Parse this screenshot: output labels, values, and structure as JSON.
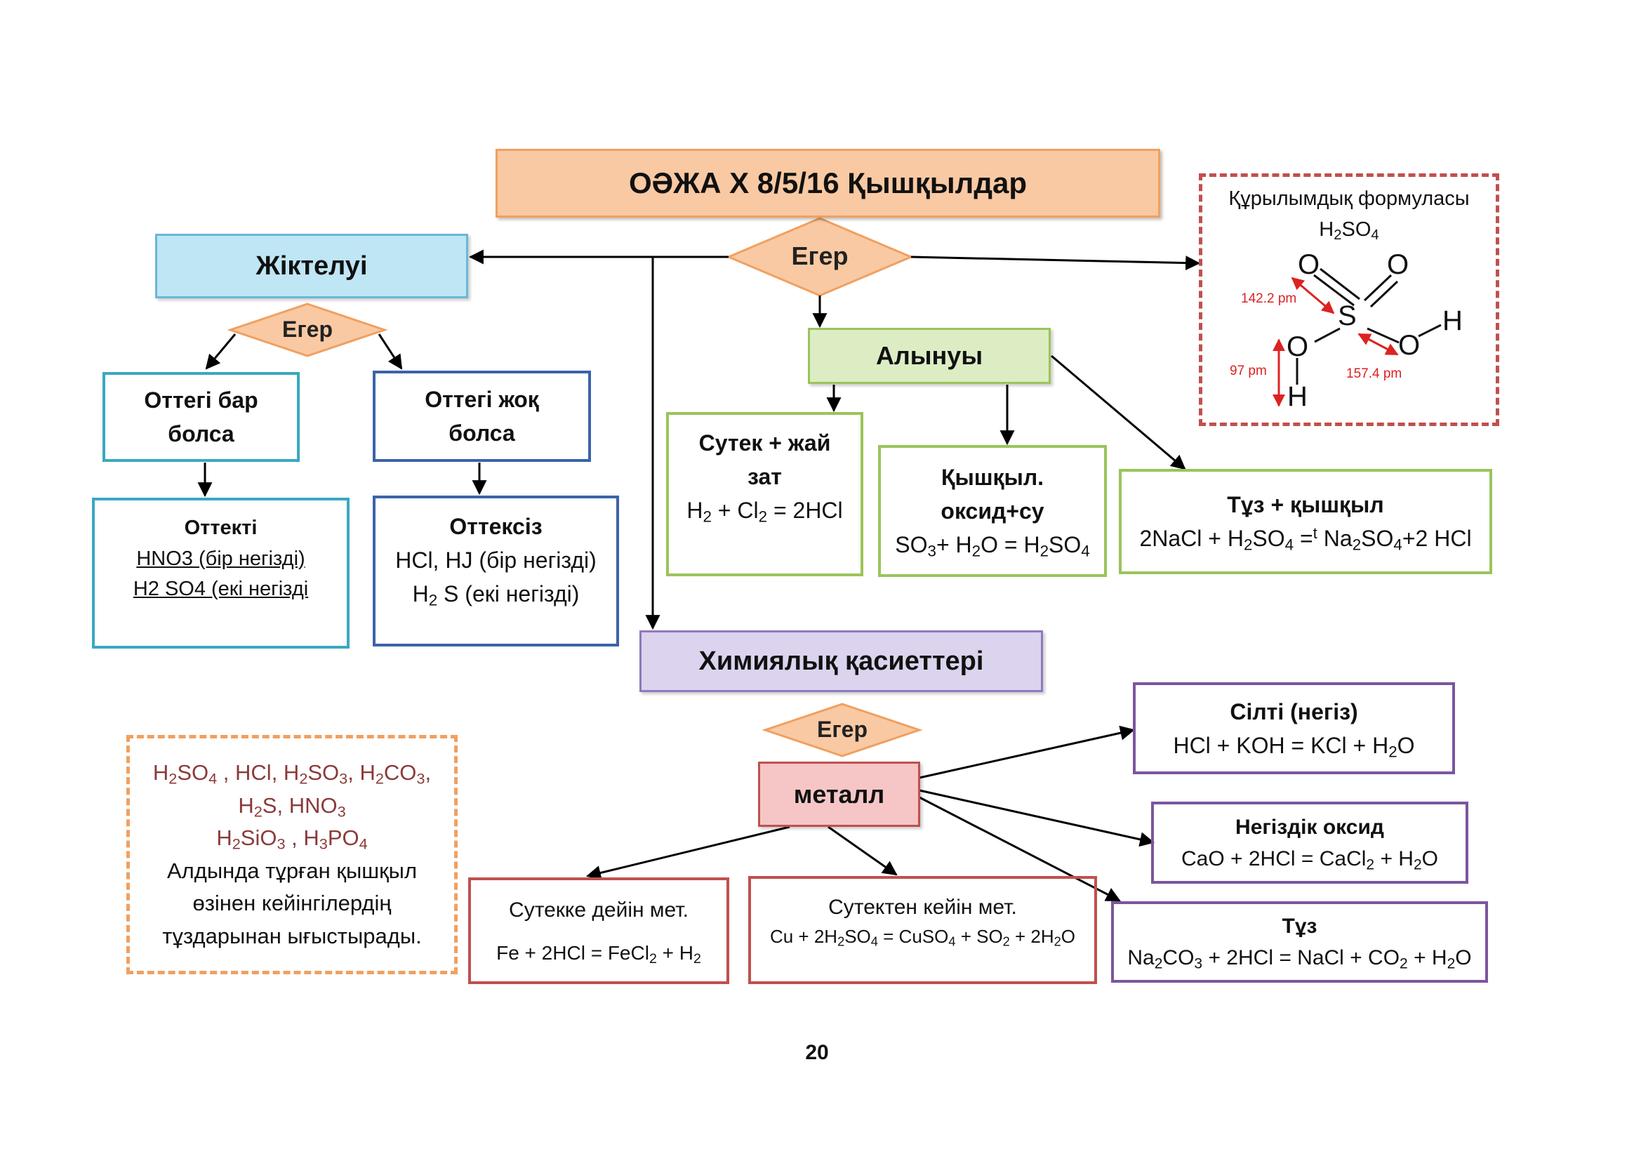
{
  "title": {
    "pre": "ОӘЖА  Х 8/5/16  Қышқылдар"
  },
  "decision_label": "Егер",
  "classification": {
    "label": "Жіктелуі",
    "oxygen_yes": {
      "l1": "Оттегі бар",
      "l2": "болса"
    },
    "oxygen_no": {
      "l1": "Оттегі жоқ",
      "l2": "болса"
    },
    "oxy_acids": {
      "title": "Оттекті",
      "l1": "HNO3 (бір негізді)",
      "l2": "H2 SO4 (екі негізді"
    },
    "anoxy_acids": {
      "title": "Оттексіз",
      "l1": "HCl, HJ (бір негізді)",
      "l2a": "H",
      "l2b": "2",
      "l2c": " S (екі негізді)"
    }
  },
  "production": {
    "label": "Алынуы",
    "m1": {
      "l1": "Сутек + жай",
      "l2": "зат",
      "f": [
        "H",
        "2",
        " + Cl",
        "2",
        " = 2HCl"
      ]
    },
    "m2": {
      "l1": "Қышқыл.",
      "l2": "оксид+су",
      "f": [
        "SO",
        "3",
        "+ H",
        "2",
        "O  =  H",
        "2",
        "SO",
        "4"
      ]
    },
    "m3": {
      "l1": "Тұз + қышқыл",
      "f": [
        "2NaCl  +  H",
        "2",
        "SO",
        "4",
        " =",
        "t",
        " Na",
        "2",
        "SO",
        "4",
        "+2 HCl"
      ]
    }
  },
  "structure": {
    "l1": "Құрылымдық формуласы",
    "formula": [
      "H",
      "2",
      "SO",
      "4"
    ],
    "bond_1": "142.2 pm",
    "bond_2": "157.4 pm",
    "bond_3": "97 pm",
    "atom_s": "S",
    "atom_o": "O",
    "atom_h": "H"
  },
  "chemical": {
    "label": "Химиялық  қасиеттері",
    "metal_label": "металл",
    "alkali": {
      "title": "Сілті (негіз)",
      "f": [
        "HCl  +  KOH  =  KCl  +  H",
        "2",
        "O"
      ]
    },
    "base_oxide": {
      "title": "Негіздік оксид",
      "f": [
        "CaO  +  2HCl  =  CaCl",
        "2",
        " +  H",
        "2",
        "O"
      ]
    },
    "salt": {
      "title": "Тұз",
      "f": [
        "Na",
        "2",
        "CO",
        "3",
        " +  2HCl  =  NaCl  +  CO",
        "2",
        " +  H",
        "2",
        "O"
      ]
    },
    "before_h": {
      "title": "Сутекке дейін мет.",
      "f": [
        "Fe  +  2HCl  =  FeCl",
        "2",
        " +  H",
        "2"
      ]
    },
    "after_h": {
      "title": "Сутектен кейін мет.",
      "f": [
        "Cu  +  2H",
        "2",
        "SO",
        "4",
        " = CuSO",
        "4",
        " + SO",
        "2",
        " + 2H",
        "2",
        "O"
      ]
    }
  },
  "series": {
    "r1": [
      "H",
      "2",
      "SO",
      "4",
      " , HCl, H",
      "2",
      "SO",
      "3",
      ", H",
      "2",
      "CO",
      "3",
      ","
    ],
    "r2": [
      "H",
      "2",
      "S, HNO",
      "3"
    ],
    "r3": [
      "H",
      "2",
      "SiO",
      "3",
      " , H",
      "3",
      "PO",
      "4"
    ],
    "t1": "Алдында тұрған қышқыл",
    "t2": "өзінен кейінгілердің",
    "t3": "тұздарынан ығыстырады."
  },
  "page_number": "20",
  "colors": {
    "title_fill": "#f9c9a3",
    "title_border": "#f0a060",
    "diamond_fill": "#f9c9a3",
    "diamond_border": "#f0a060",
    "blue_fill": "#bfe6f5",
    "blue_border": "#6ab7d6",
    "teal_border": "#3aa8c1",
    "navy_border": "#3b63a8",
    "green_fill": "#dcedc4",
    "green_border": "#9ac45a",
    "purple_fill": "#dcd3ee",
    "purple_border": "#8e79bd",
    "violet_border": "#7b569e",
    "red_fill": "#f6c6c6",
    "red_border": "#c0504d",
    "dash_red": "#c0504d",
    "dash_orange": "#f0a060",
    "series_text": "#8b3a3a"
  }
}
